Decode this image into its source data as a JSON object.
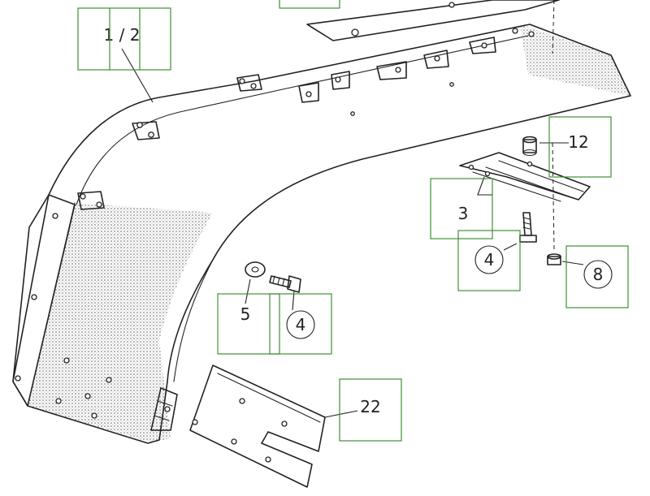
{
  "diagram": {
    "callouts": [
      {
        "id": "c-1-2",
        "label": "1 / 2",
        "circled": false
      },
      {
        "id": "c-12",
        "label": "12",
        "circled": false
      },
      {
        "id": "c-3",
        "label": "3",
        "circled": false
      },
      {
        "id": "c-4a",
        "label": "4",
        "circled": true
      },
      {
        "id": "c-8",
        "label": "8",
        "circled": true
      },
      {
        "id": "c-5",
        "label": "5",
        "circled": false
      },
      {
        "id": "c-4b",
        "label": "4",
        "circled": true
      },
      {
        "id": "c-22",
        "label": "22",
        "circled": false
      }
    ],
    "hotspot_color": "#3f8f35",
    "line_color": "#222222"
  }
}
